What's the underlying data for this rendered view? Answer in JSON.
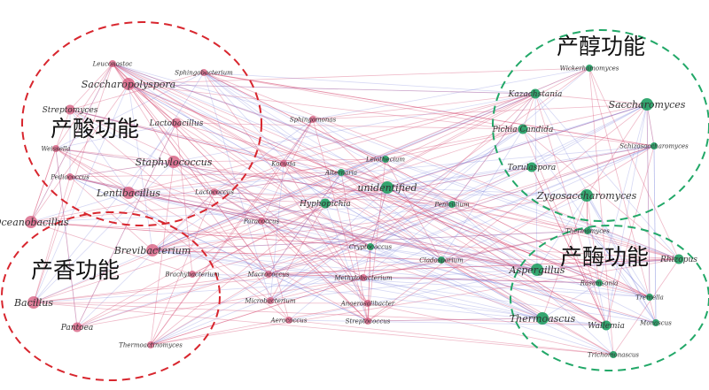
{
  "groups": [
    {
      "label": "产酸功能",
      "color": "#d8262e"
    },
    {
      "label": "产香功能",
      "color": "#d8262e"
    },
    {
      "label": "产醇功能",
      "color": "#22a868"
    },
    {
      "label": "产酶功能",
      "color": "#22a868"
    }
  ],
  "colors": {
    "bacteria_node": "#d4567a",
    "fungi_node": "#1f9e62",
    "edge_positive": "#d6476f",
    "edge_negative": "#6a74d8"
  },
  "nodes": [
    {
      "name": "Leuconostoc",
      "type": "bacteria",
      "size": "s"
    },
    {
      "name": "Sphingobacterium",
      "type": "bacteria",
      "size": "s"
    },
    {
      "name": "Saccharopolyspora",
      "type": "bacteria",
      "size": "l"
    },
    {
      "name": "Streptomyces",
      "type": "bacteria",
      "size": "m"
    },
    {
      "name": "Lactobacillus",
      "type": "bacteria",
      "size": "m"
    },
    {
      "name": "Weissella",
      "type": "bacteria",
      "size": "s"
    },
    {
      "name": "Staphylococcus",
      "type": "bacteria",
      "size": "l"
    },
    {
      "name": "Pediococcus",
      "type": "bacteria",
      "size": "s"
    },
    {
      "name": "Lentibacillus",
      "type": "bacteria",
      "size": "l"
    },
    {
      "name": "Lactococcus",
      "type": "bacteria",
      "size": "s"
    },
    {
      "name": "Oceanobacillus",
      "type": "bacteria",
      "size": "l"
    },
    {
      "name": "Brevibacterium",
      "type": "bacteria",
      "size": "l"
    },
    {
      "name": "Brachybacterium",
      "type": "bacteria",
      "size": "s"
    },
    {
      "name": "Bacillus",
      "type": "bacteria",
      "size": "l"
    },
    {
      "name": "Pantoea",
      "type": "bacteria",
      "size": "m"
    },
    {
      "name": "Thermoactinomyces",
      "type": "bacteria",
      "size": "s"
    },
    {
      "name": "Sphingomonas",
      "type": "bacteria",
      "size": "s"
    },
    {
      "name": "Kocuria",
      "type": "bacteria",
      "size": "s"
    },
    {
      "name": "Paracoccus",
      "type": "bacteria",
      "size": "s"
    },
    {
      "name": "Macrococcus",
      "type": "bacteria",
      "size": "s"
    },
    {
      "name": "Methylobacterium",
      "type": "bacteria",
      "size": "s"
    },
    {
      "name": "Microbacterium",
      "type": "bacteria",
      "size": "s"
    },
    {
      "name": "Anaerosalibacter",
      "type": "bacteria",
      "size": "s"
    },
    {
      "name": "Aerococcus",
      "type": "bacteria",
      "size": "s"
    },
    {
      "name": "Streptococcus",
      "type": "bacteria",
      "size": "s"
    },
    {
      "name": "Leiothecium",
      "type": "fungi",
      "size": "s"
    },
    {
      "name": "Alternaria",
      "type": "fungi",
      "size": "s"
    },
    {
      "name": "unidentified",
      "type": "fungi",
      "size": "l"
    },
    {
      "name": "Hyphopichia",
      "type": "fungi",
      "size": "m"
    },
    {
      "name": "Penicillium",
      "type": "fungi",
      "size": "s"
    },
    {
      "name": "Cryptococcus",
      "type": "fungi",
      "size": "s"
    },
    {
      "name": "Cladosporium",
      "type": "fungi",
      "size": "s"
    },
    {
      "name": "Wickerhamomyces",
      "type": "fungi",
      "size": "s"
    },
    {
      "name": "Kazachstania",
      "type": "fungi",
      "size": "m"
    },
    {
      "name": "Saccharomyces",
      "type": "fungi",
      "size": "l"
    },
    {
      "name": "Pichia Candida",
      "type": "fungi",
      "size": "m"
    },
    {
      "name": "Schizosaccharomyces",
      "type": "fungi",
      "size": "s"
    },
    {
      "name": "Torulaspora",
      "type": "fungi",
      "size": "m"
    },
    {
      "name": "Zygosaccharomyces",
      "type": "fungi",
      "size": "l"
    },
    {
      "name": "Thermomyces",
      "type": "fungi",
      "size": "s"
    },
    {
      "name": "Rhizopus",
      "type": "fungi",
      "size": "m"
    },
    {
      "name": "Aspergillus",
      "type": "fungi",
      "size": "l"
    },
    {
      "name": "Rasamsonia",
      "type": "fungi",
      "size": "s"
    },
    {
      "name": "Tremella",
      "type": "fungi",
      "size": "s"
    },
    {
      "name": "Thermoascus",
      "type": "fungi",
      "size": "l"
    },
    {
      "name": "Wallemia",
      "type": "fungi",
      "size": "m"
    },
    {
      "name": "Monascus",
      "type": "fungi",
      "size": "s"
    },
    {
      "name": "Trichomonascus",
      "type": "fungi",
      "size": "s"
    }
  ]
}
